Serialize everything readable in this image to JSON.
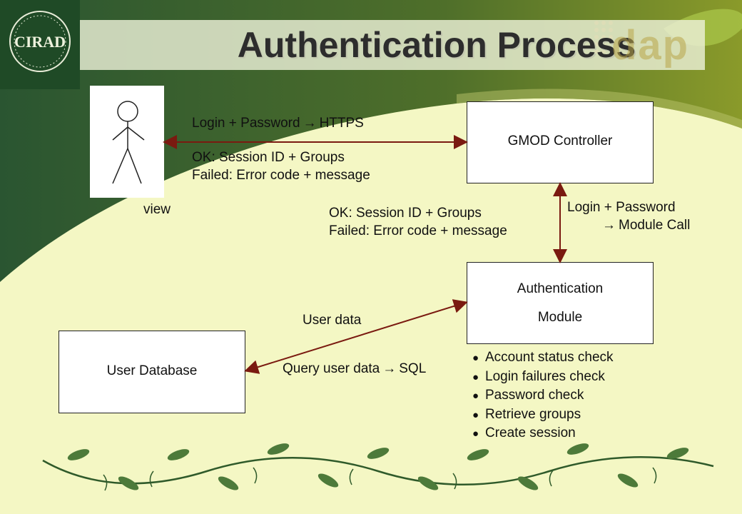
{
  "header": {
    "title": "Authentication Process",
    "logo_text": "CIRAD",
    "brand_text": "dap"
  },
  "actor": {
    "label": "view"
  },
  "nodes": {
    "gmod_controller": "GMOD Controller",
    "auth_module_line1": "Authentication",
    "auth_module_line2": "Module",
    "user_database": "User Database"
  },
  "edges": {
    "client_request": {
      "text": "Login + Password",
      "arrow": "→",
      "suffix": "HTTPS"
    },
    "client_response_line1": "OK: Session ID + Groups",
    "client_response_line2": "Failed: Error code + message",
    "module_response_line1": "OK: Session ID + Groups",
    "module_response_line2": "Failed: Error code + message",
    "module_call_line1": "Login + Password",
    "module_call_arrow": "→",
    "module_call_line2": "Module Call",
    "user_data": "User data",
    "query": {
      "text": "Query user data",
      "arrow": "→",
      "suffix": "SQL"
    }
  },
  "module_steps": [
    "Account status check",
    "Login failures check",
    "Password check",
    "Retrieve groups",
    "Create session"
  ],
  "colors": {
    "arrow": "#7a1a10",
    "dark_green": "#2f5a2a",
    "light_green": "#f4f7c4",
    "title_text": "#2d2d2d"
  }
}
